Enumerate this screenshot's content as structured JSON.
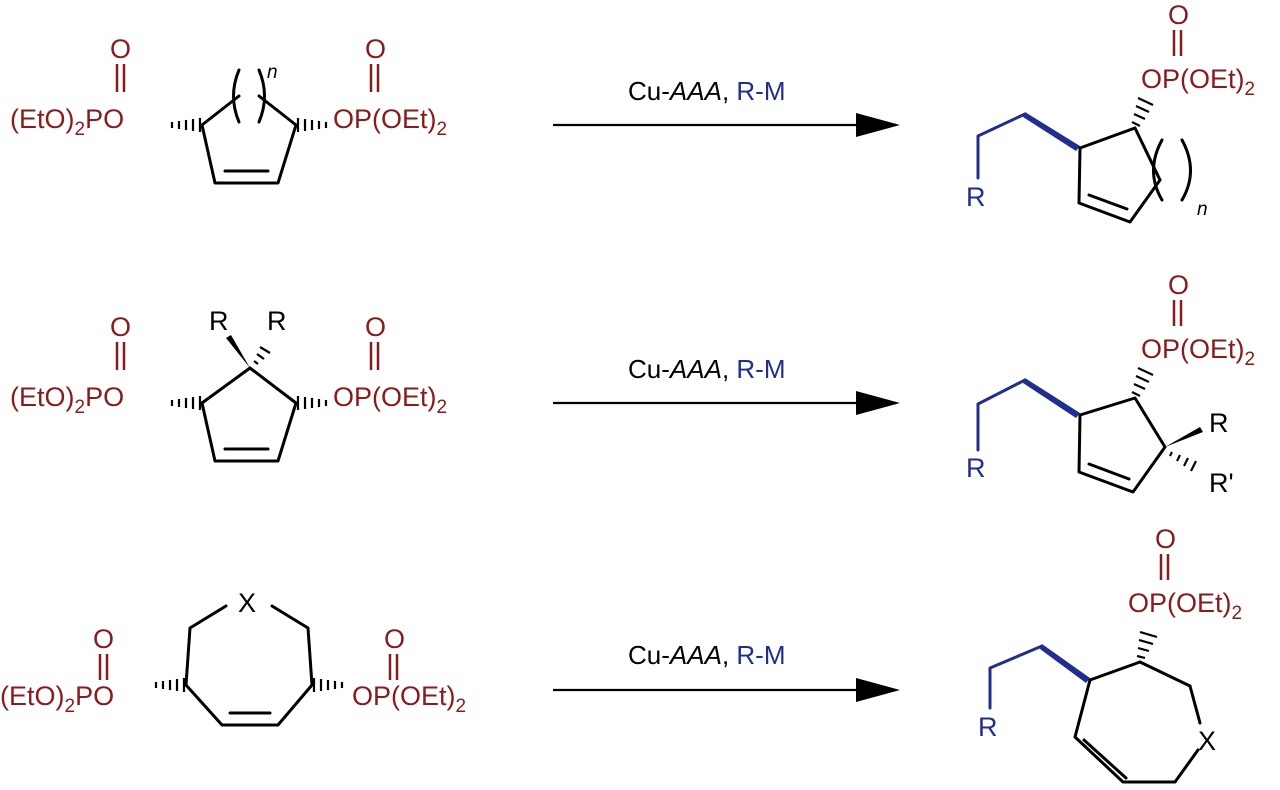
{
  "colors": {
    "phosphate": "#8b1a1a",
    "new_group": "#1f2e8f",
    "bond": "#000000"
  },
  "labels": {
    "phosphoryl_oxygen": "O",
    "left_phosphate_group": "(EtO)",
    "left_phosphate_sub": "2",
    "left_phosphate_tail": "PO",
    "right_phosphate_group": "OP(OEt)",
    "right_phosphate_sub": "2",
    "ring_size_index": "n",
    "substituent": "R",
    "substituent_prime": "R'",
    "heteroatom": "X"
  },
  "reagents": {
    "catalyst": "Cu-",
    "catalyst_method": "AAA",
    "separator": ", ",
    "nucleophile": "R-M"
  },
  "rows": [
    {
      "id": "ring-n"
    },
    {
      "id": "gem-disubstituted"
    },
    {
      "id": "heterocycle"
    }
  ]
}
